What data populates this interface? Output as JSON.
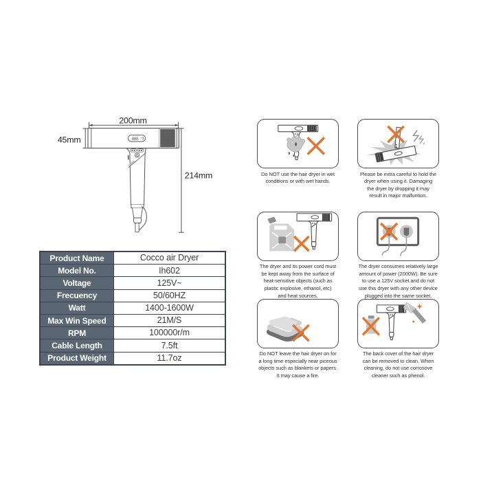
{
  "colors": {
    "accent_orange": "#e5752b",
    "table_header_bg": "#5a6672",
    "table_border": "#3a4450",
    "line_art": "#555555",
    "caption_text": "#3a3a3a"
  },
  "diagram": {
    "width_label": "200mm",
    "diameter_label": "45mm",
    "height_label": "214mm",
    "display_text": "888"
  },
  "spec_table": {
    "rows": [
      {
        "label": "Product Name",
        "value": "Cocco air Dryer"
      },
      {
        "label": "Model No.",
        "value": "Ih602"
      },
      {
        "label": "Voltage",
        "value": "125V~"
      },
      {
        "label": "Frecuency",
        "value": "50/60HZ"
      },
      {
        "label": "Watt",
        "value": "1400-1600W"
      },
      {
        "label": "Max Win Speed",
        "value": "21M/S"
      },
      {
        "label": "RPM",
        "value": "100000r/m"
      },
      {
        "label": "Cable Length",
        "value": "7.5ft"
      },
      {
        "label": "Product Weight",
        "value": "11.7oz"
      }
    ]
  },
  "warnings": [
    {
      "icon": "wet-hands-dryer-icon",
      "caption": "Do NOT use the hair dryer in wet\nconditions or with wet hands."
    },
    {
      "icon": "dropped-dryer-icon",
      "caption": "Please be extra careful to hold the\ndryer when using it. Damaging\nthe dryer by dropping it may\nresult in major malfuntion."
    },
    {
      "icon": "fuel-can-dryer-icon",
      "caption": "The dryer and its power cord must\nbe kept away from the surface of\nheat-sensitive objects (such as\nplastic explosive, ethanol, etc)\nand heat sources."
    },
    {
      "icon": "power-socket-icon",
      "caption": "The dryer consumes relatively large\namount of power (2000W). Be sure\nto use a 125V socket and do not\nuse this dryer with any other device\nplugged into the same socket."
    },
    {
      "icon": "blankets-icon",
      "caption": "Do NOT leave the hair dryer on for\na long time especially near piceous\nobjects such as blankets or papers.\nIt may cause a fire."
    },
    {
      "icon": "clean-back-cover-icon",
      "caption": "The back cover of the hair dryer\ncan be removed to clean. When\ncleaning, do not use corrosove\ncleaner such as phenol."
    }
  ]
}
